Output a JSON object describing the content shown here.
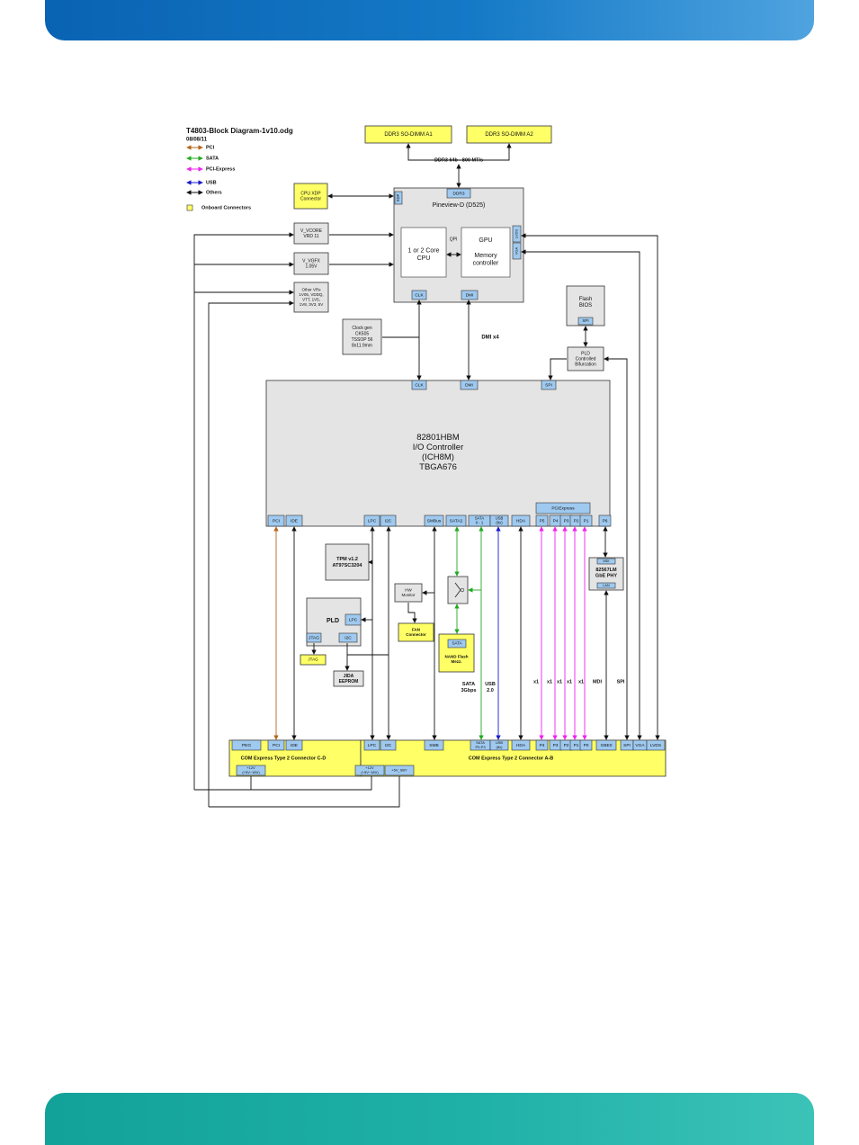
{
  "diagram": {
    "title": "T4803-Block Diagram-1v10.odg",
    "date": "08/08/11",
    "legend": {
      "pci": "PCI",
      "sata": "SATA",
      "pcie": "PCI-Express",
      "usb": "USB",
      "others": "Others",
      "onboard": "Onboard Connectors"
    },
    "colors": {
      "pci": "#b5651d",
      "sata": "#22aa22",
      "pcie": "#ee22ee",
      "usb": "#1a1acc",
      "others": "#111111",
      "connector": "#ffff66",
      "port": "#9fc9ef",
      "chip": "#e4e4e4"
    },
    "dimm_a1": "DDR3 SO-DIMM A1",
    "dimm_a2": "DDR3 SO-DIMM A2",
    "ddr_bus": "DDR3 64b - 800 MT/s",
    "cpu_xdp": [
      "CPU XDP",
      "Connector"
    ],
    "vr_vcore": [
      "V_VCORE",
      "VRD 11"
    ],
    "vr_vgfx": [
      "V_VGFX",
      "1.05V"
    ],
    "vr_other": [
      "Other VRs",
      "1V05, VDDQ,",
      "VTT, 1V5,",
      "1V8, 3V3, 5V"
    ],
    "pineview": {
      "title": "Pineview-D (D525)",
      "ddr": "DDR3",
      "xdp": "XDP",
      "cpu": [
        "1 or 2 Core",
        "CPU"
      ],
      "qpi": "QPI",
      "gpu": [
        "GPU",
        "",
        "Memory",
        "controller"
      ],
      "lvds": "LVDS",
      "vga": "VGA",
      "clk": "CLK",
      "dmi": "DMI"
    },
    "clockgen": [
      "Clock gen",
      "CK505",
      "TSSOP 56",
      "8x11.9mm"
    ],
    "dmi_bus": "DMI x4",
    "flash_bios": [
      "Flash",
      "BIOS"
    ],
    "flash_spi": "SPI",
    "pld_bif": [
      "PLD",
      "Controlled",
      "Bifurcation"
    ],
    "ich": {
      "title": [
        "82801HBM",
        "I/O Controller",
        "(ICH8M)",
        "TBGA676"
      ],
      "clk": "CLK",
      "dmi": "DMI",
      "spi": "SPI",
      "pci": "PCI",
      "ide": "IDE",
      "lpc": "LPC",
      "i2c": "I2C",
      "smbus": "SMBus",
      "sata2": "SATA2",
      "sata01": [
        "SATA",
        "0 - 1"
      ],
      "usb": [
        "USB",
        "(8x)"
      ],
      "hda": "HDA",
      "pcie_group": "PCIExpress",
      "p5": "P5",
      "p4": "P4",
      "p3": "P3",
      "p2": "P2",
      "p1": "P1",
      "p6": "P6"
    },
    "tpm": [
      "TPM v1.2",
      "AT97SC3204"
    ],
    "hw_monitor": [
      "HW",
      "Monitor"
    ],
    "fan": [
      "FAN",
      "Connector"
    ],
    "pld": {
      "title": "PLD",
      "lpc": "LPC",
      "jtag": "JTAG",
      "i2c": "I2C"
    },
    "jtag_conn": "JTAG",
    "jida": [
      "JIDA",
      "EEPROM"
    ],
    "nand": {
      "sata": "SATA",
      "label": [
        "NAND Flash",
        "Mezz."
      ]
    },
    "phy": {
      "mdi": "MDI",
      "title": [
        "82567LM",
        "GbE PHY"
      ],
      "lan": "LAN"
    },
    "bus_labels": {
      "sata": [
        "SATA",
        "3Gbps"
      ],
      "usb": [
        "USB",
        "2.0"
      ],
      "x1": "x1",
      "mdi": "MDI",
      "spi": "SPI"
    },
    "cd": {
      "peg": "PEG",
      "pci": "PCI",
      "ide": "IDE",
      "title": "COM Express Type 2 Connector C-D",
      "pwr": [
        "+12V",
        "(+5V~18V)"
      ]
    },
    "ab": {
      "lpc": "LPC",
      "i2c": "I2C",
      "smb": "SMB",
      "sata": [
        "SATA",
        "P0-P3"
      ],
      "usb": [
        "USB",
        "(8x)"
      ],
      "hda": "HDA",
      "p4": "P4",
      "p3": "P3",
      "p2": "P2",
      "p1": "P1",
      "p0": "P0",
      "gbe": "GBE0",
      "spi": "SPI",
      "vga": "VGA",
      "lvds": "LVDS",
      "title": "COM Express Type 2 Connector A-B",
      "pwr": [
        "+12V",
        "(+5V~18V)"
      ],
      "sby": "+5V_SBY"
    }
  }
}
